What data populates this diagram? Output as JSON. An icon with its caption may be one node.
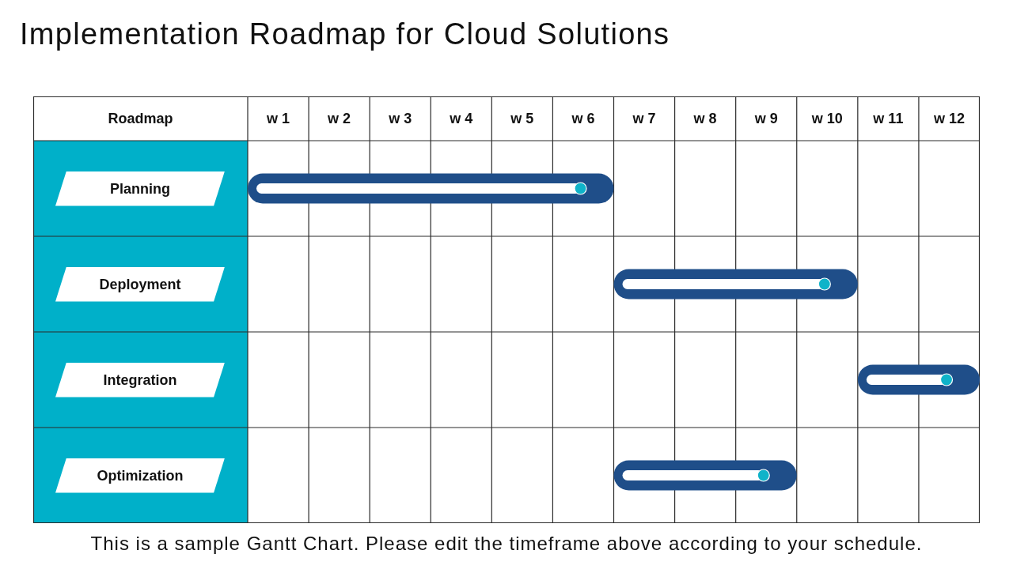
{
  "diagram": {
    "title": "Implementation Roadmap for Cloud Solutions",
    "caption": "This is a sample Gantt Chart. Please edit the timeframe above according to your schedule.",
    "nodes": [
      {
        "text": [
          "Planning"
        ]
      },
      {
        "text": [],
        "shape": "bar"
      },
      {
        "text": [
          "Deployment"
        ]
      },
      {
        "text": [],
        "shape": "bar"
      },
      {
        "text": [
          "Integration"
        ]
      },
      {
        "text": [],
        "shape": "bar"
      },
      {
        "text": [
          "Optimization"
        ]
      },
      {
        "text": [],
        "shape": "bar"
      }
    ],
    "labels": [
      "Roadmap",
      "w 1",
      "w 2",
      "w 3",
      "w 4",
      "w 5",
      "w 6",
      "w 7",
      "w 8",
      "w 9",
      "w 10",
      "w 11",
      "w 12"
    ]
  }
}
